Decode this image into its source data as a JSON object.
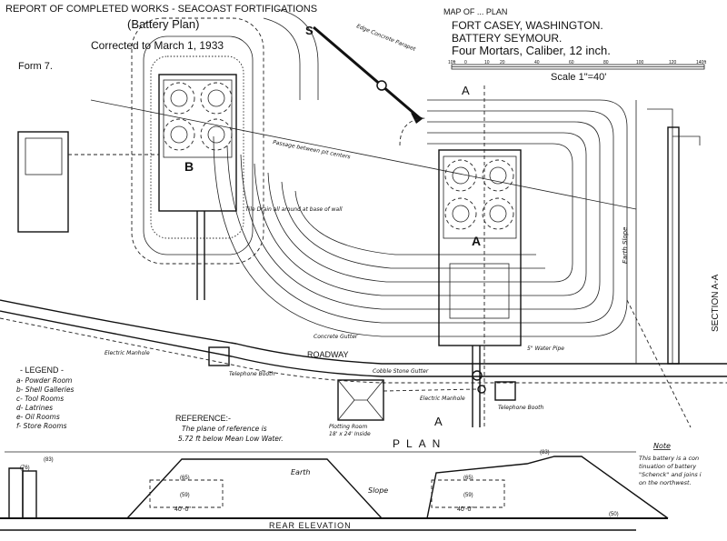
{
  "header": {
    "report_title": "REPORT OF COMPLETED WORKS - SEACOAST FORTIFICATIONS",
    "subtitle": "(Battery Plan)",
    "corrected": "Corrected to March 1, 1933",
    "form": "Form 7.",
    "top_right_faint": "MAP OF ... PLAN",
    "fort": "FORT CASEY, WASHINGTON.",
    "battery": "BATTERY SEYMOUR.",
    "armament": "Four Mortars, Caliber, 12 inch."
  },
  "scale": {
    "ticks": [
      "10ft",
      "0",
      "10",
      "20",
      "40",
      "60",
      "80",
      "100",
      "120",
      "140ft"
    ],
    "label": "Scale 1\"=40'"
  },
  "compass": {
    "label": "S"
  },
  "pits": [
    {
      "label": "B"
    },
    {
      "label": "A"
    }
  ],
  "plan_labels": {
    "section_a_top": "A",
    "section_a_bottom": "A",
    "parapet": "Edge Concrete Parapet",
    "tile_drain": "Tile Drain all around at base of wall",
    "passage": "Passage between pit centers",
    "concrete_gutter": "Concrete Gutter",
    "roadway": "ROADWAY",
    "cobble_gutter": "Cobble Stone Gutter",
    "electric_manhole_1": "Electric Manhole",
    "electric_manhole_2": "Electric Manhole",
    "telephone_booth_1": "Telephone Booth",
    "telephone_booth_2": "Telephone Booth",
    "plotting_room": "Plotting Room",
    "plotting_room_size": "18' x 24' Inside",
    "water_pipe": "5\" Water Pipe",
    "earth_slope": "Earth Slope",
    "section": "SECTION A-A",
    "plan": "PLAN"
  },
  "legend": {
    "title": "- LEGEND -",
    "items": [
      "a- Powder Room",
      "b- Shell Galleries",
      "c- Tool Rooms",
      "d- Latrines",
      "e- Oil Rooms",
      "f- Store Rooms"
    ]
  },
  "reference": {
    "title": "REFERENCE:-",
    "line1": "The plane of reference is",
    "line2": "5.72 ft below Mean Low Water."
  },
  "elevation": {
    "title": "REAR ELEVATION",
    "earth": "Earth",
    "slope": "Slope",
    "dim1": "40'-0\"",
    "dim2": "40'-0\"",
    "elev_top_left": "(83)",
    "elev_top_right": "(83)",
    "elev_base": "(50)",
    "elev_59_1": "(59)",
    "elev_59_2": "(59)",
    "elev_65_1": "(65)",
    "elev_65_2": "(65)",
    "elev_76": "(76)"
  },
  "note": {
    "title": "Note",
    "lines": [
      "This battery is a con",
      "tinuation of battery",
      "\"Schenck\" and joins i",
      "on the northwest."
    ]
  }
}
